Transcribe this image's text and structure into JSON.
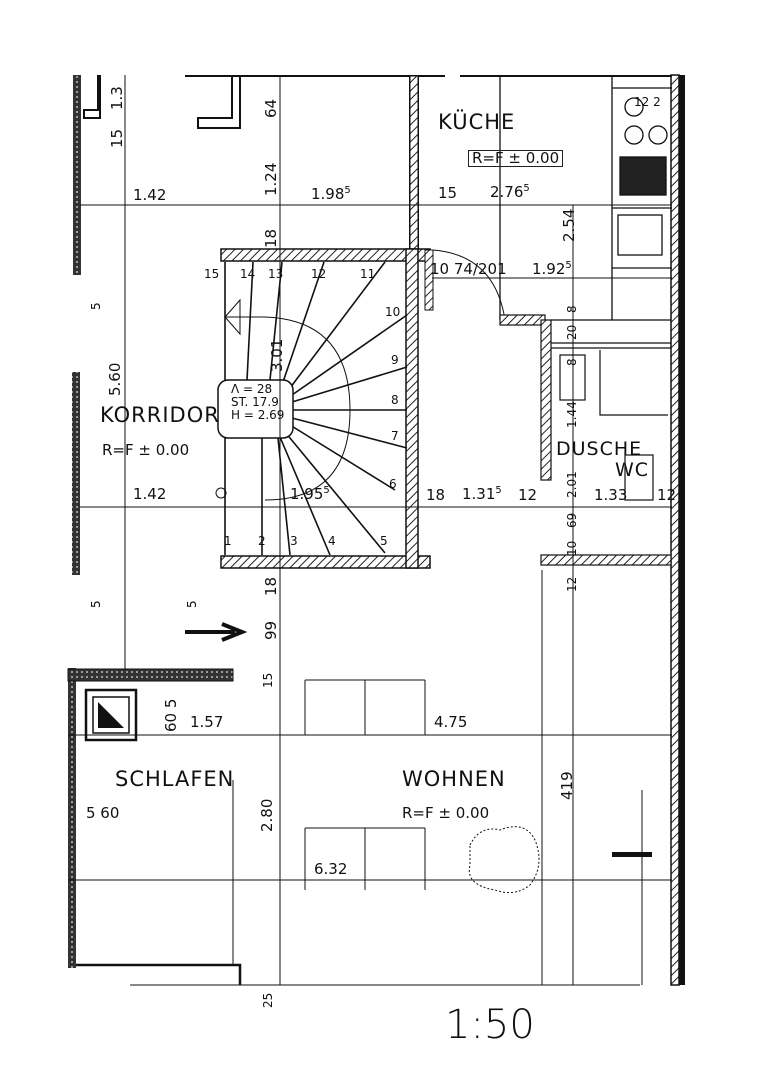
{
  "plan": {
    "scale": "1:50",
    "colors": {
      "ink": "#111111",
      "paper": "#ffffff",
      "hatch": "#333333"
    }
  },
  "rooms": {
    "kueche": {
      "name": "KÜCHE",
      "level": "R=F  ± 0.00"
    },
    "korridor": {
      "name": "KORRIDOR",
      "level": "R=F ± 0.00"
    },
    "dusche": {
      "name": "DUSCHE",
      "name2": "WC"
    },
    "schlafen": {
      "name": "SCHLAFEN"
    },
    "wohnen": {
      "name": "WOHNEN",
      "level": "R=F ± 0.00"
    }
  },
  "stair": {
    "steps": [
      "1",
      "2",
      "3",
      "4",
      "5",
      "6",
      "7",
      "8",
      "9",
      "10",
      "11",
      "12",
      "13",
      "14",
      "15"
    ],
    "a": "Λ = 28",
    "st": "ST. 17.9",
    "h": "H = 2.69",
    "length": "3.01"
  },
  "dimensions": {
    "top_15": "15",
    "top_13": "1.3",
    "d64": "64",
    "d124": "1.24",
    "d142_top": "1.42",
    "d1985": "1.98",
    "d1985_sup": "5",
    "d18_top": "18",
    "k15": "15",
    "k2765": "2.76",
    "k2765_sup": "5",
    "k254": "2.54",
    "k_door": "10  74/201",
    "k1925": "1.92",
    "k1925_sup": "5",
    "k122": "12  2",
    "d5_a": "5",
    "d560": "5.60",
    "d142_mid": "1.42",
    "d1955": "1.95",
    "d1955_sup": "5",
    "d18_mid": "18",
    "d1315": "1.31",
    "d1315_sup": "5",
    "d12_a": "12",
    "d133": "1.33",
    "d12_b": "12",
    "b8": "8",
    "b20": "20",
    "b8b": "8",
    "b144": "1.44",
    "b201": "2.01",
    "b69": "69",
    "b10": "10",
    "b12": "12",
    "d18_bot": "18",
    "d5_b": "5",
    "d5_c": "5",
    "d99": "99",
    "d15_door": "15",
    "d605": "60 5",
    "d157": "1.57",
    "d475": "4.75",
    "d560_s": "5 60",
    "d280": "2.80",
    "d419": "419",
    "d632": "6.32",
    "d25": "25"
  }
}
